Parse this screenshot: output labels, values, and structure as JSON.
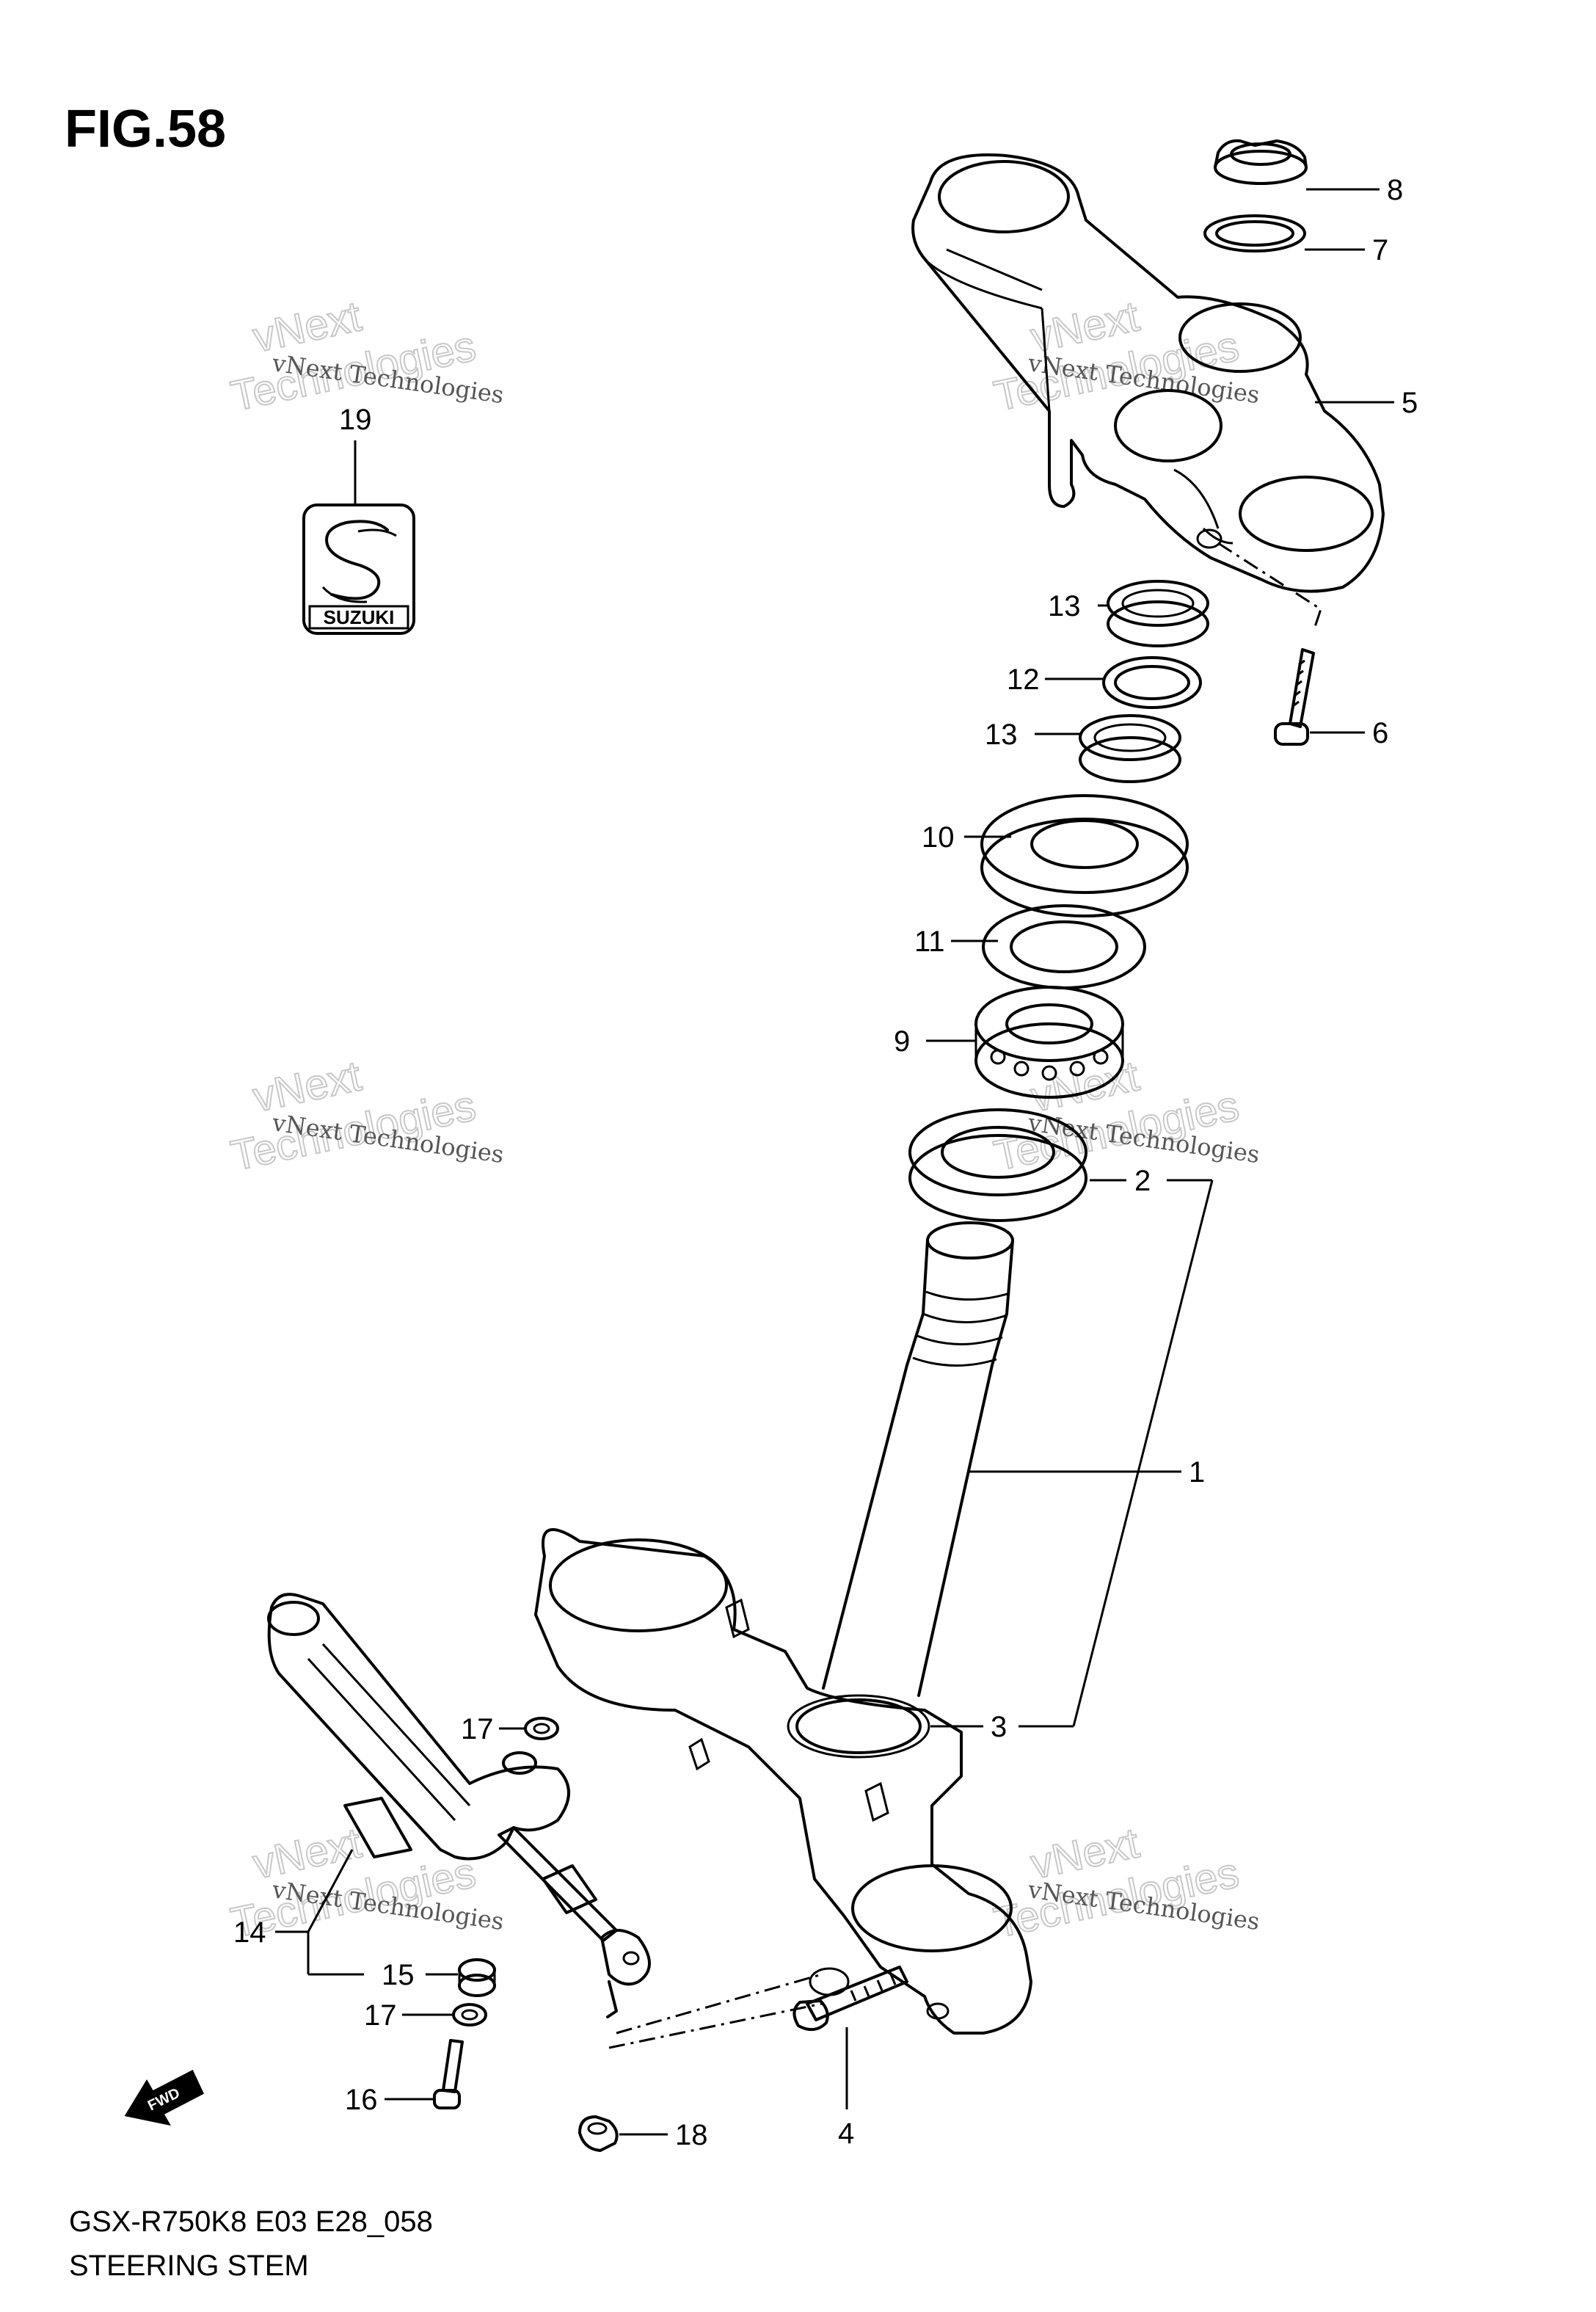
{
  "figure": {
    "title": "FIG.58",
    "model_code": "GSX-R750K8 E03 E28_058",
    "caption": "STEERING STEM"
  },
  "watermark": {
    "line1": "vNext Technologies",
    "line2": "vNext",
    "line3": "Technologies"
  },
  "badge": {
    "brand_text": "SUZUKI"
  },
  "direction_arrow": {
    "label": "FWD"
  },
  "callouts": {
    "c1": "1",
    "c2": "2",
    "c3": "3",
    "c4": "4",
    "c5": "5",
    "c6": "6",
    "c7": "7",
    "c8": "8",
    "c9": "9",
    "c10": "10",
    "c11": "11",
    "c12": "12",
    "c13a": "13",
    "c13b": "13",
    "c14": "14",
    "c15": "15",
    "c16": "16",
    "c17a": "17",
    "c17b": "17",
    "c18": "18",
    "c19": "19"
  }
}
